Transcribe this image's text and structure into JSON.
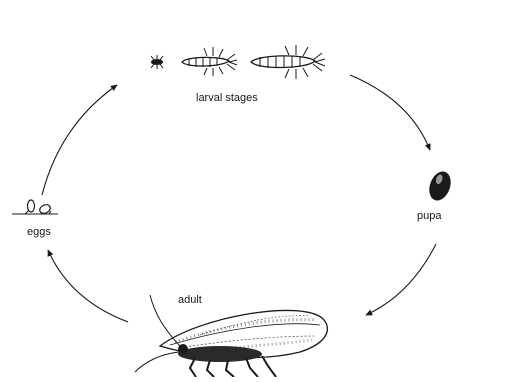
{
  "diagram": {
    "stages": {
      "larval": {
        "label": "larval stages",
        "icon": "larva-icon"
      },
      "pupa": {
        "label": "pupa",
        "icon": "pupa-icon"
      },
      "eggs": {
        "label": "eggs",
        "icon": "eggs-icon"
      },
      "adult": {
        "label": "adult",
        "icon": "adult-insect-icon"
      }
    },
    "colors": {
      "ink": "#1a1a1a",
      "background": "#ffffff"
    }
  }
}
